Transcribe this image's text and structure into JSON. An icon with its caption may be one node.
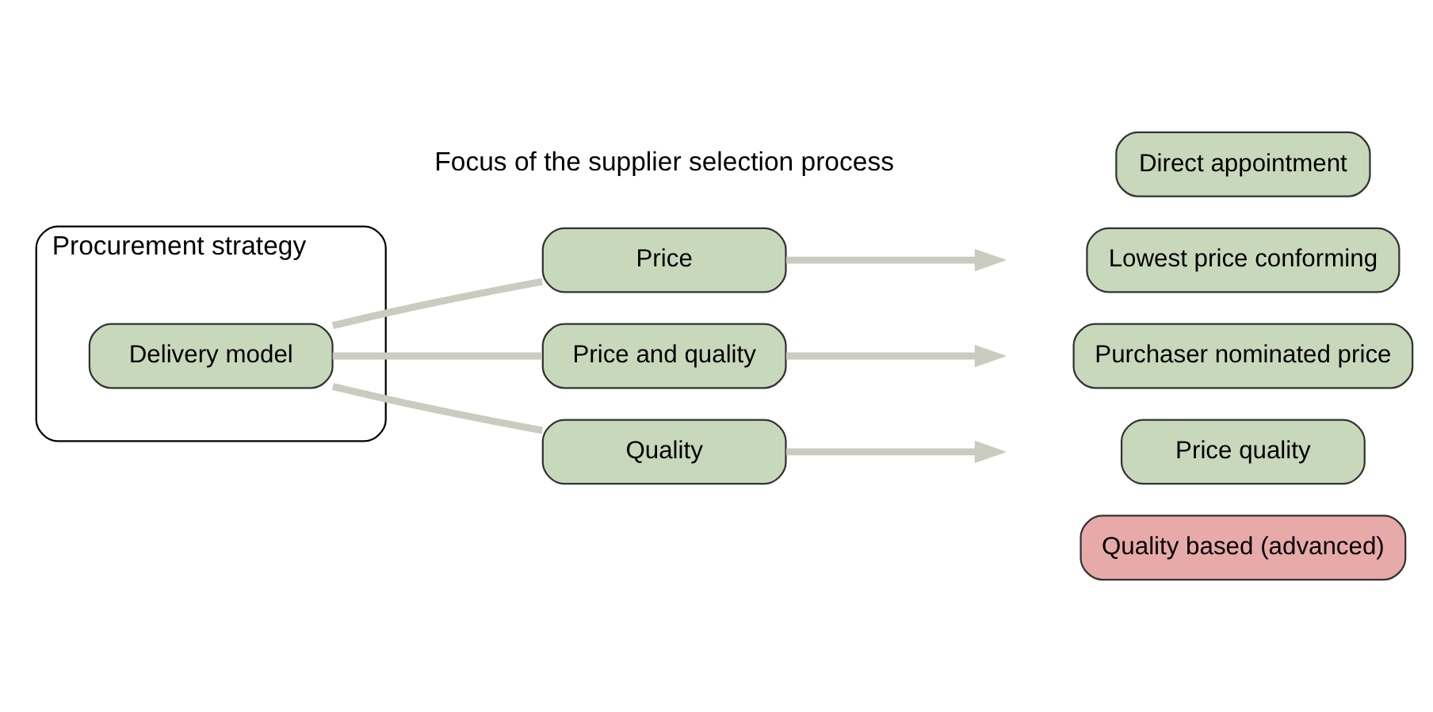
{
  "diagram": {
    "nodes": [
      {
        "text": [
          "Procurement strategy"
        ]
      },
      {
        "text": [
          "Delivery model"
        ],
        "in": 0
      },
      {
        "text": [
          "Price"
        ]
      },
      {
        "text": [
          "Price and quality"
        ]
      },
      {
        "text": [
          "Quality"
        ]
      },
      {
        "text": [
          "Direct appointment"
        ]
      },
      {
        "text": [
          "Lowest price conforming"
        ]
      },
      {
        "text": [
          "Purchaser nominated price"
        ]
      },
      {
        "text": [
          "Price quality"
        ]
      },
      {
        "text": [
          "Quality based (advanced)"
        ]
      }
    ],
    "edges": [
      {
        "from": 1,
        "to": 2,
        "arrow": "none"
      },
      {
        "from": 1,
        "to": 3,
        "arrow": "none"
      },
      {
        "from": 1,
        "to": 4,
        "arrow": "none"
      },
      {
        "from": 2,
        "to": null,
        "arrow": "to"
      },
      {
        "from": 3,
        "to": null,
        "arrow": "to"
      },
      {
        "from": 4,
        "to": null,
        "arrow": "to"
      }
    ],
    "labels": [
      "Focus of the supplier selection process"
    ]
  }
}
